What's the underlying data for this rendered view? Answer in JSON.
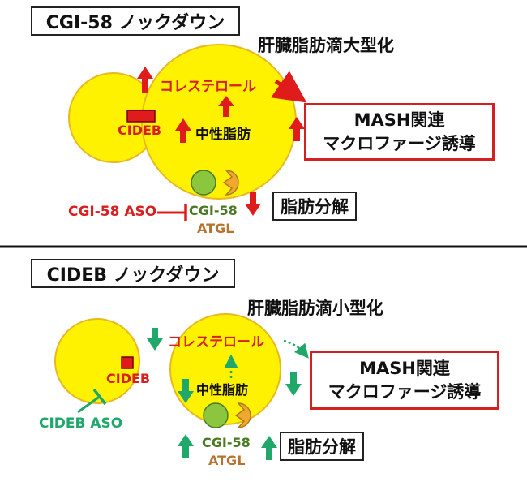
{
  "panel1": {
    "title": "CGI-58 ノックダウン",
    "droplet_caption": "肝臓脂肪滴大型化",
    "cholesterol": "コレステロール",
    "triglyceride": "中性脂肪",
    "cideb": "CIDEB",
    "aso": "CGI-58 ASO",
    "cgi58": "CGI-58",
    "atgl": "ATGL",
    "lipolysis": "脂肪分解",
    "mash_line1": "MASH関連",
    "mash_line2": "マクロファージ誘導"
  },
  "panel2": {
    "title": "CIDEB ノックダウン",
    "droplet_caption": "肝臓脂肪滴小型化",
    "cholesterol": "コレステロール",
    "triglyceride": "中性脂肪",
    "cideb": "CIDEB",
    "aso": "CIDEB ASO",
    "cgi58": "CGI-58",
    "atgl": "ATGL",
    "lipolysis": "脂肪分解",
    "mash_line1": "MASH関連",
    "mash_line2": "マクロファージ誘導"
  },
  "colors": {
    "droplet_fill": "#fff200",
    "droplet_stroke": "#e8b820",
    "up_red": "#e01b1b",
    "down_red": "#e01b1b",
    "green": "#1fa86a",
    "cgi58_green": "#8cc63f",
    "atgl_orange": "#f0a830"
  }
}
